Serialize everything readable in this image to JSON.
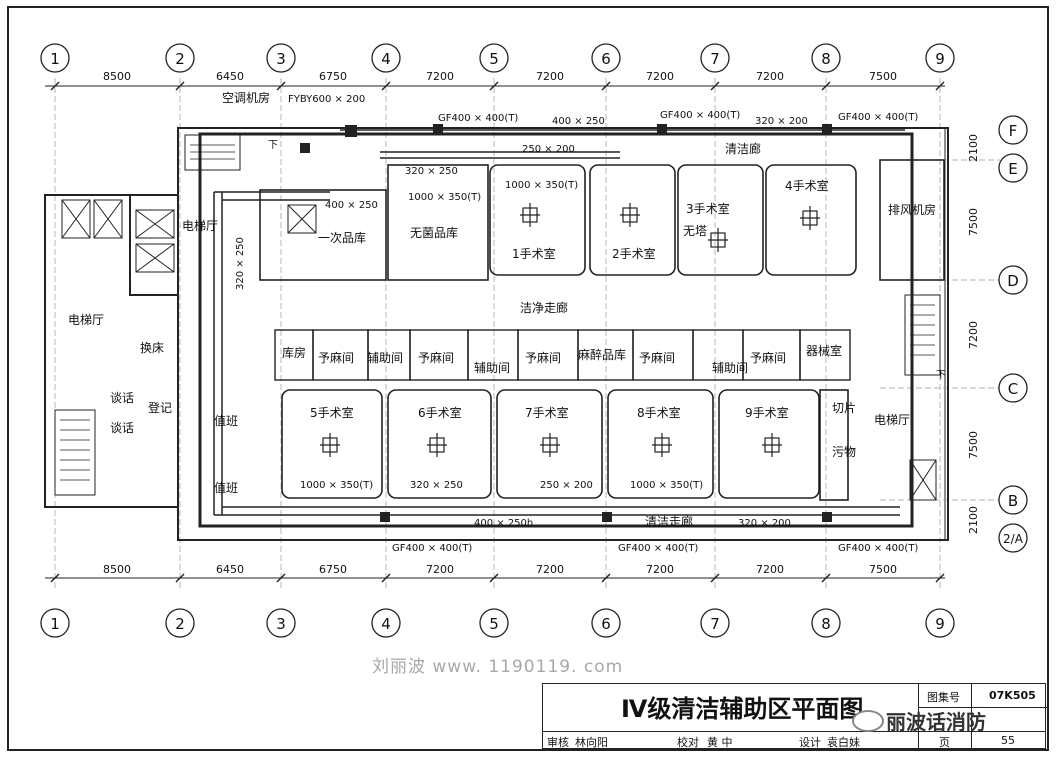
{
  "axes_top": [
    "1",
    "2",
    "3",
    "4",
    "5",
    "6",
    "7",
    "8",
    "9"
  ],
  "axes_right": [
    "F",
    "E",
    "D",
    "C",
    "B",
    "2/A"
  ],
  "spacing_x": [
    "8500",
    "6450",
    "6750",
    "7200",
    "7200",
    "7200",
    "7200",
    "7500"
  ],
  "spacing_y": [
    "2100",
    "7500",
    "7200",
    "7500",
    "2100"
  ],
  "rooms": {
    "ac_room": "空调机房",
    "elevator_hall_left": "电梯厅",
    "elevator_hall_top": "电梯厅",
    "change_bed": "换床",
    "talk": "谈话",
    "talk2": "谈话",
    "register": "登记",
    "duty1": "值班",
    "duty2": "值班",
    "primary_store": "一次品库",
    "sterile_store": "无菌品库",
    "or1": "1手术室",
    "or2": "2手术室",
    "or3": "3手术室",
    "or3_note": "无塔",
    "or4": "4手术室",
    "clean_corridor_top": "清洁廊",
    "exhaust_room": "排风机房",
    "clean_corridor": "洁净走廊",
    "store": "库房",
    "scrub_a": "予麻间",
    "aux_a": "辅助间",
    "scrub_b": "予麻间",
    "aux_b": "辅助间",
    "scrub_c": "予麻间",
    "anesthesia_store": "麻醉品库",
    "scrub_d": "予麻间",
    "aux_c": "辅助间",
    "scrub_e": "予麻间",
    "instrument_room": "器械室",
    "or5": "5手术室",
    "or6": "6手术室",
    "or7": "7手术室",
    "or8": "8手术室",
    "or9": "9手术室",
    "slicing": "切片",
    "dirty": "污物",
    "elevator_hall_right": "电梯厅",
    "clean_corridor_bottom": "清洁走廊"
  },
  "duct_labels": {
    "fyby": "FYBY600 × 200",
    "gf_top1": "GF400 × 400(T)",
    "gf_top2": "GF400 × 400(T)",
    "gf_top3": "GF400 × 400(T)",
    "d400x250_top": "400 × 250",
    "d320x200_top": "320 × 200",
    "d250x200_top": "250 × 200",
    "d320x250_a": "320 × 250",
    "d1000x350_a": "1000 × 350(T)",
    "d1000x350_b": "1000 × 350(T)",
    "d400x250_b": "400 × 250",
    "d320x250_vert": "320 × 250",
    "d1000x350_c": "1000 × 350(T)",
    "d320x250_c": "320 × 250",
    "d250x200_b": "250 × 200",
    "d1000x350_d": "1000 × 350(T)",
    "d400x250h": "400 × 250h",
    "d320x200_b": "320 × 200",
    "gf_bot1": "GF400 × 400(T)",
    "gf_bot2": "GF400 × 400(T)",
    "gf_bot3": "GF400 × 400(T)",
    "down_mark1": "下",
    "down_mark2": "下"
  },
  "watermark": "刘丽波  www. 1190119. com",
  "watermark_right": "丽波话消防",
  "title_block": {
    "title": "Ⅳ级清洁辅助区平面图",
    "atlas_label": "图集号",
    "atlas_no": "07K505",
    "page_label": "页",
    "page_no": "55",
    "review_label": "审核",
    "review_name": "林向阳",
    "check_label": "校对",
    "check_name": "黄 中",
    "design_label": "设计",
    "design_name": "袁白妹"
  }
}
